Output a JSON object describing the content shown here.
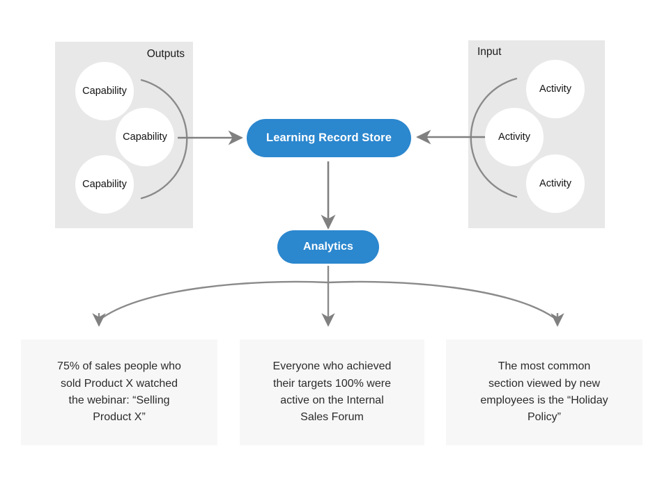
{
  "diagram": {
    "colors": {
      "pill_blue": "#2b87ce",
      "panel_gray": "#e8e8e8",
      "box_gray": "#f7f7f7",
      "connector_gray": "#808080",
      "text_dark": "#1a1a1a"
    },
    "panels": [
      {
        "id": "outputs",
        "label": "Outputs",
        "bubbles": [
          {
            "label": "Capability"
          },
          {
            "label": "Capability"
          },
          {
            "label": "Capability"
          }
        ]
      },
      {
        "id": "input",
        "label": "Input",
        "bubbles": [
          {
            "label": "Activity"
          },
          {
            "label": "Activity"
          },
          {
            "label": "Activity"
          }
        ]
      }
    ],
    "nodes": {
      "learning_record_store": "Learning Record Store",
      "analytics": "Analytics"
    },
    "insights": [
      {
        "lines": [
          "75% of sales people who",
          "sold Product X watched",
          "the webinar: “Selling",
          "Product X”"
        ]
      },
      {
        "lines": [
          "Everyone who achieved",
          "their targets 100% were",
          "active on the Internal",
          "Sales Forum"
        ]
      },
      {
        "lines": [
          "The most common",
          "section viewed by new",
          "employees is the “Holiday",
          "Policy”"
        ]
      }
    ]
  }
}
